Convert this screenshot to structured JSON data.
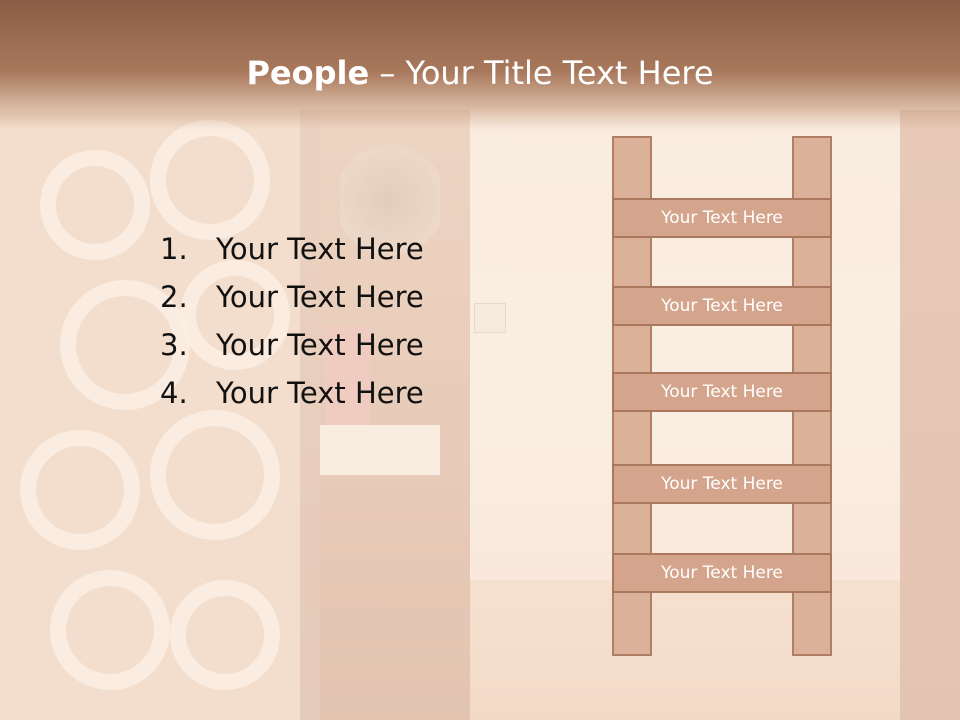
{
  "title": {
    "bold": "People",
    "rest": " – Your Title Text Here"
  },
  "list": [
    {
      "number": "1.",
      "text": "Your Text Here"
    },
    {
      "number": "2.",
      "text": "Your Text Here"
    },
    {
      "number": "3.",
      "text": "Your Text Here"
    },
    {
      "number": "4.",
      "text": "Your Text Here"
    }
  ],
  "ladder": {
    "rungs": [
      {
        "label": "Your Text Here"
      },
      {
        "label": "Your Text Here"
      },
      {
        "label": "Your Text Here"
      },
      {
        "label": "Your Text Here"
      },
      {
        "label": "Your Text Here"
      }
    ]
  },
  "colors": {
    "title_bar": "#8a5e45",
    "rung_fill": "#d4a58c",
    "rung_border": "#a9785d",
    "rail_fill": "#dcb19a"
  }
}
